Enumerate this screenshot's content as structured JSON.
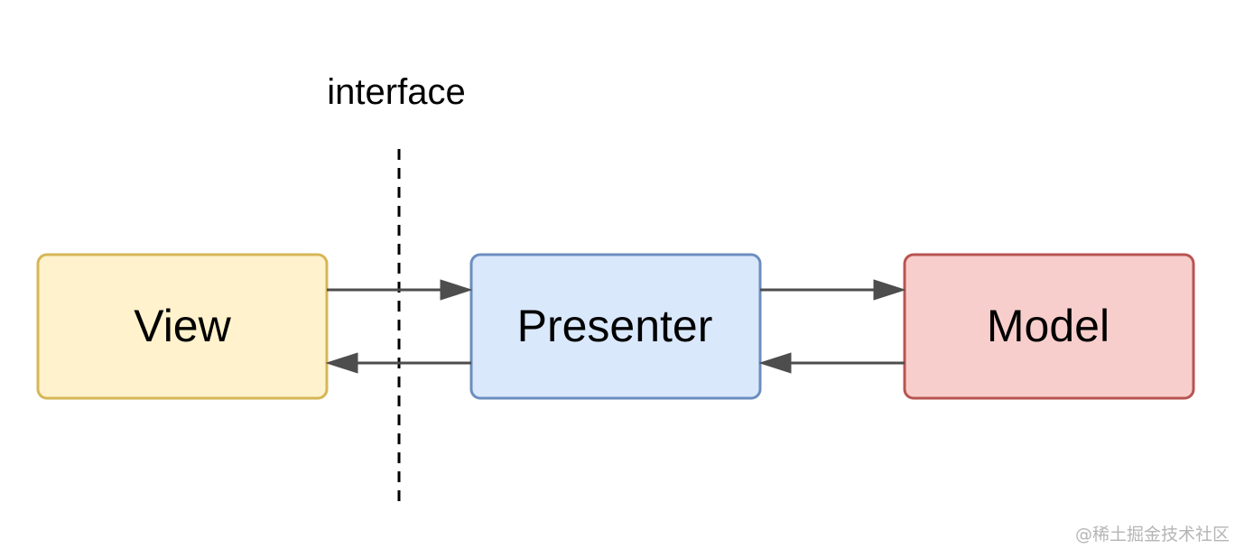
{
  "diagram": {
    "interface_label": "interface",
    "nodes": [
      {
        "id": "view",
        "label": "View",
        "fill": "#fff2cc",
        "stroke": "#d6b656"
      },
      {
        "id": "presenter",
        "label": "Presenter",
        "fill": "#dae8fc",
        "stroke": "#6c8ebf"
      },
      {
        "id": "model",
        "label": "Model",
        "fill": "#f8cecc",
        "stroke": "#b85450"
      }
    ],
    "edges": [
      {
        "from": "View",
        "to": "Presenter"
      },
      {
        "from": "Presenter",
        "to": "View"
      },
      {
        "from": "Presenter",
        "to": "Model"
      },
      {
        "from": "Model",
        "to": "Presenter"
      }
    ],
    "edge_color": "#4d4d4d",
    "interface_line": "dashed"
  },
  "watermark": "@稀土掘金技术社区"
}
